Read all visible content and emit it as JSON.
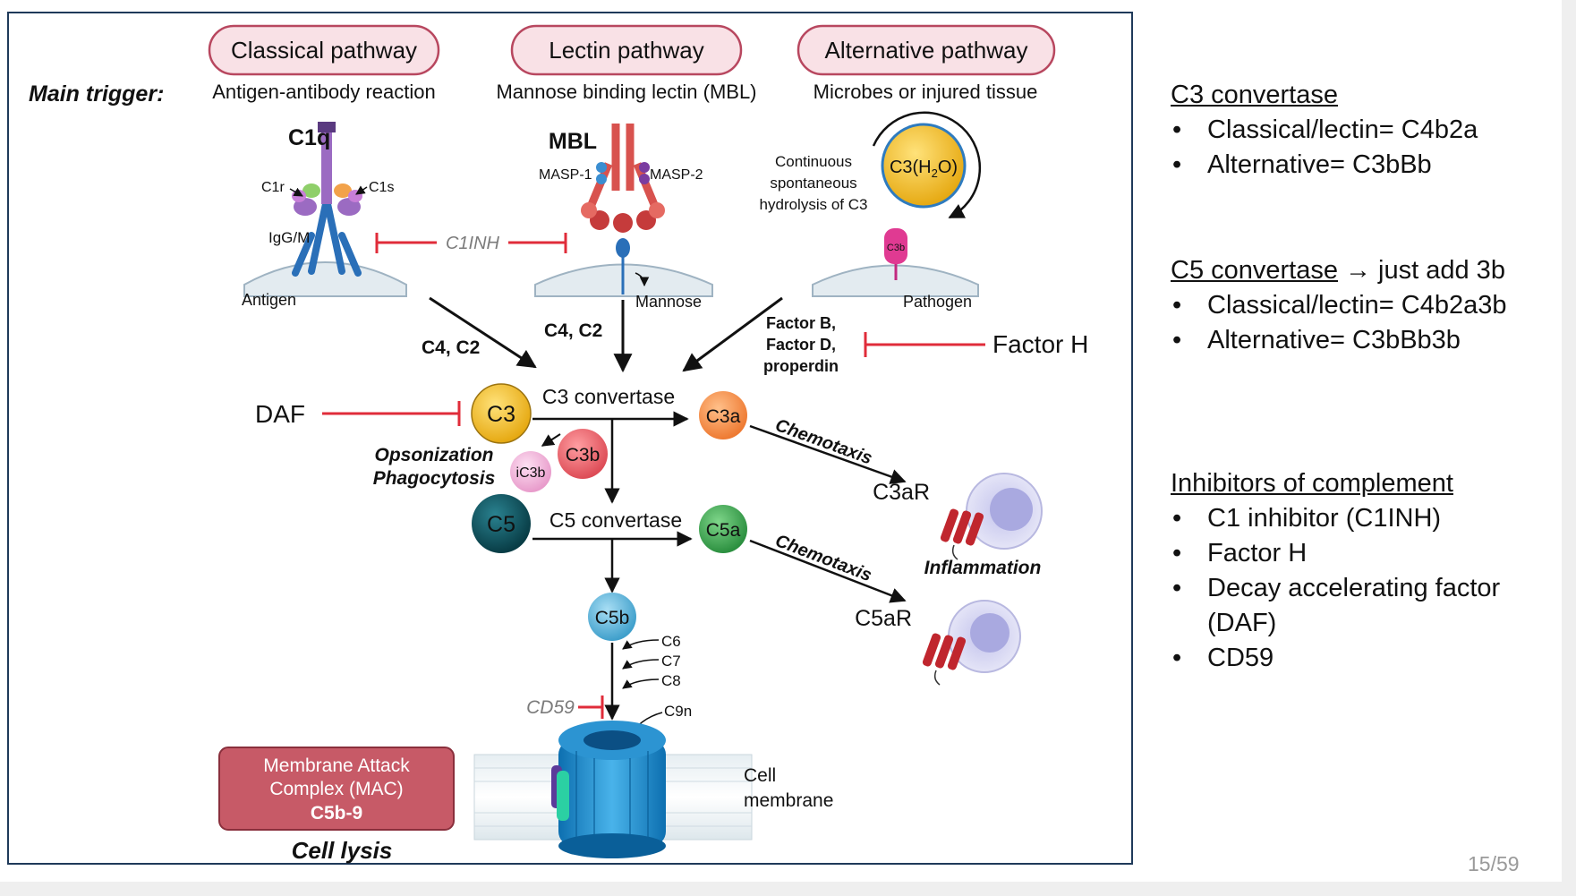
{
  "diagram": {
    "pathways": {
      "classical": "Classical pathway",
      "lectin": "Lectin pathway",
      "alternative": "Alternative pathway"
    },
    "main_trigger_label": "Main trigger:",
    "triggers": {
      "classical": "Antigen-antibody reaction",
      "lectin": "Mannose binding lectin (MBL)",
      "alternative": "Microbes or injured tissue"
    },
    "classical_labels": {
      "c1q": "C1q",
      "c1r": "C1r",
      "c1s": "C1s",
      "igg": "IgG/M",
      "antigen": "Antigen"
    },
    "lectin_labels": {
      "mbl": "MBL",
      "masp1": "MASP-1",
      "masp2": "MASP-2",
      "mannose": "Mannose"
    },
    "alt_labels": {
      "hydrolysis_1": "Continuous",
      "hydrolysis_2": "spontaneous",
      "hydrolysis_3": "hydrolysis of C3",
      "c3h2o_main": "C3(H",
      "c3h2o_sub": "2",
      "c3h2o_end": "O)",
      "c3b_small": "C3b",
      "pathogen": "Pathogen"
    },
    "c1inh": "C1INH",
    "flow": {
      "c4c2_left": "C4, C2",
      "c4c2_mid": "C4, C2",
      "factors_1": "Factor B,",
      "factors_2": "Factor D,",
      "factors_3": "properdin",
      "factor_h": "Factor H",
      "daf": "DAF",
      "c3": "C3",
      "c3_convertase": "C3 convertase",
      "c3a": "C3a",
      "c3b": "C3b",
      "ic3b": "iC3b",
      "opsonization": "Opsonization",
      "phagocytosis": "Phagocytosis",
      "chemotaxis_1": "Chemotaxis",
      "c3ar": "C3aR",
      "c5": "C5",
      "c5_convertase": "C5 convertase",
      "c5a": "C5a",
      "chemotaxis_2": "Chemotaxis",
      "inflammation": "Inflammation",
      "c5ar": "C5aR",
      "c5b": "C5b",
      "c6": "C6",
      "c7": "C7",
      "c8": "C8",
      "c9n": "C9n",
      "cd59": "CD59"
    },
    "mac": {
      "line1": "Membrane Attack",
      "line2": "Complex (MAC)",
      "line3": "C5b-9"
    },
    "cell_lysis": "Cell lysis",
    "cell_membrane_1": "Cell",
    "cell_membrane_2": "membrane"
  },
  "notes": {
    "c3_convertase": {
      "heading": "C3 convertase",
      "items": [
        "Classical/lectin= C4b2a",
        "Alternative= C3bBb"
      ]
    },
    "c5_convertase": {
      "heading": "C5 convertase",
      "heading_extra": "→ just add 3b",
      "items": [
        "Classical/lectin= C4b2a3b",
        "Alternative= C3bBb3b"
      ]
    },
    "inhibitors": {
      "heading": "Inhibitors of complement",
      "items": [
        "C1 inhibitor (C1INH)",
        "Factor H",
        "Decay accelerating factor (DAF)",
        "CD59"
      ]
    }
  },
  "page_number": "15/59",
  "colors": {
    "frame": "#1f3a5a",
    "pill_fill": "#f9e1e6",
    "pill_stroke": "#b8475f",
    "inhibitor_red": "#e02c3a",
    "c3_yellow": "#f3c12c",
    "c3a_orange": "#f3924a",
    "c3b_red": "#e9636b",
    "ic3b_pink": "#f2b6dd",
    "c5_teal": "#0f5561",
    "c5a_green": "#3aa74e",
    "c5b_blue": "#5eb6dc",
    "mac_box": "#c75a67"
  }
}
